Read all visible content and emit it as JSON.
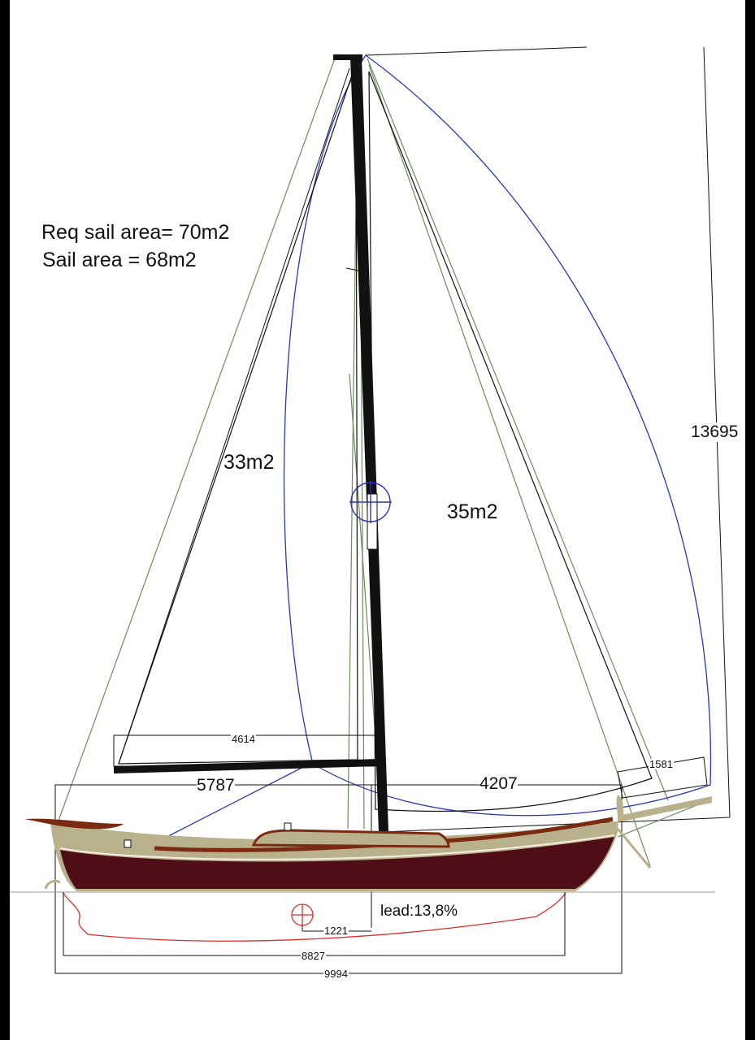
{
  "notes": {
    "required_sail_area": "Req sail area= 70m2",
    "sail_area": "Sail area = 68m2"
  },
  "sails": {
    "main_area": "33m2",
    "jib_area": "35m2"
  },
  "dimensions": {
    "mast_height": "13695",
    "boom_length": "4614",
    "fore_triangle_aft": "5787",
    "fore_triangle_fwd": "4207",
    "bowsprit": "1581",
    "ballast_offset": "1221",
    "waterline_length": "8827",
    "length_overall": "9994"
  },
  "ballast": {
    "lead_ratio": "lead:13,8%"
  },
  "colors": {
    "hull": "#4f0d16",
    "deck": "#b9b08c",
    "trim": "#7a2a10",
    "waterline": "#d9302c",
    "spinnaker": "#2b35b8",
    "rigging": "#6d8a5e"
  }
}
